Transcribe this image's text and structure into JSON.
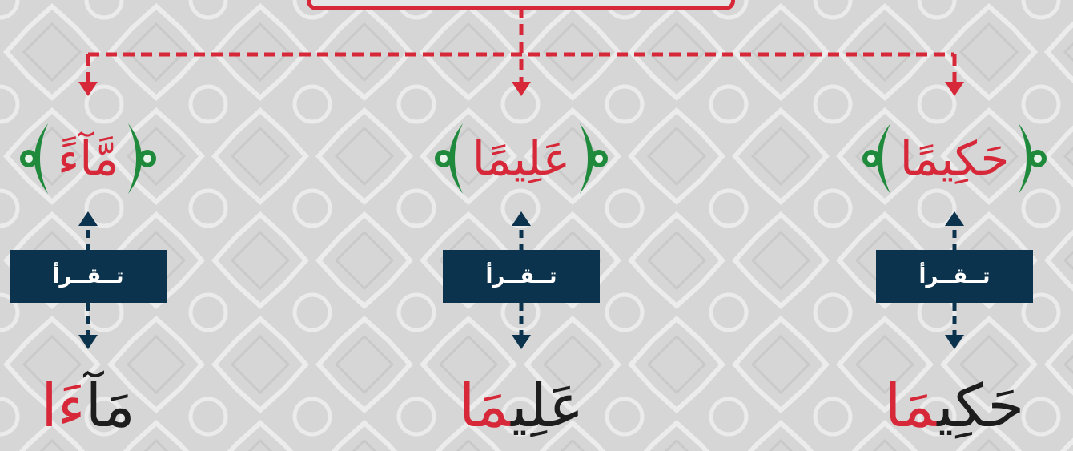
{
  "colors": {
    "background": "#d9d9d9",
    "accent_red": "#d7283a",
    "label_navy": "#0c334d",
    "ornament_green": "#1f8a3c",
    "text_dark": "#1d1d1d"
  },
  "items": [
    {
      "quran_word": "حَكِيمًا",
      "label": "تــقــرأ",
      "result_plain": "حَكِي",
      "result_highlight": "مَا"
    },
    {
      "quran_word": "عَلِيمًا",
      "label": "تــقــرأ",
      "result_plain": "عَلِي",
      "result_highlight": "مَا"
    },
    {
      "quran_word": "مَّآءً",
      "label": "تــقــرأ",
      "result_plain": "مَآ",
      "result_highlight": "ءَا"
    }
  ]
}
